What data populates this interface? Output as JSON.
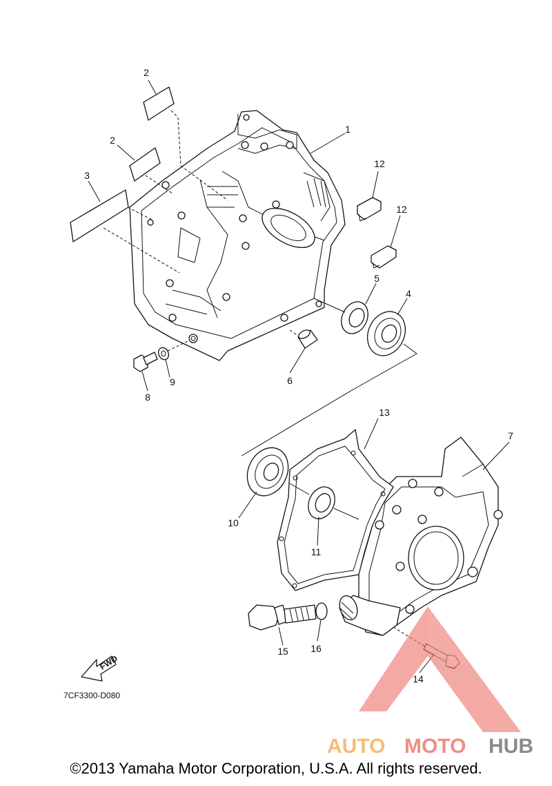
{
  "diagram": {
    "callouts": [
      {
        "id": "c1",
        "label": "1"
      },
      {
        "id": "c2a",
        "label": "2"
      },
      {
        "id": "c2b",
        "label": "2"
      },
      {
        "id": "c3",
        "label": "3"
      },
      {
        "id": "c4",
        "label": "4"
      },
      {
        "id": "c5",
        "label": "5"
      },
      {
        "id": "c6",
        "label": "6"
      },
      {
        "id": "c7",
        "label": "7"
      },
      {
        "id": "c8",
        "label": "8"
      },
      {
        "id": "c9",
        "label": "9"
      },
      {
        "id": "c10",
        "label": "10"
      },
      {
        "id": "c11",
        "label": "11"
      },
      {
        "id": "c12a",
        "label": "12"
      },
      {
        "id": "c12b",
        "label": "12"
      },
      {
        "id": "c13",
        "label": "13"
      },
      {
        "id": "c14",
        "label": "14"
      },
      {
        "id": "c15",
        "label": "15"
      },
      {
        "id": "c16",
        "label": "16"
      }
    ],
    "fwd_label": "FWD",
    "diagram_code": "7CF3300-D080"
  },
  "watermark": {
    "brand_part1": "AUTO",
    "brand_part2": "MOTO",
    "brand_part3": "HUB",
    "color_orange": "#f6b15c",
    "color_red": "#ec7a70",
    "color_gray": "#777777"
  },
  "footer": {
    "copyright": "©2013 Yamaha Motor Corporation, U.S.A. All rights reserved."
  }
}
